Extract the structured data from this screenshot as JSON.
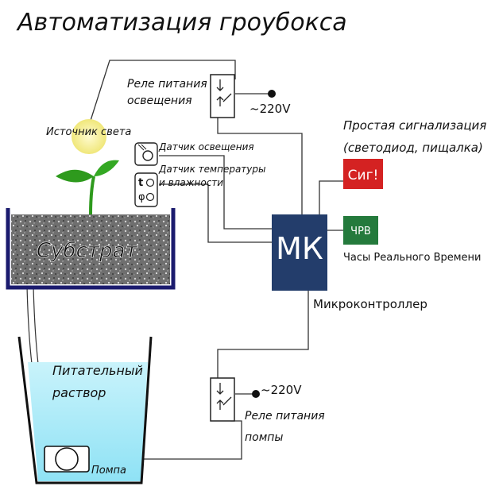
{
  "title": "Автоматизация гроубокса",
  "labels": {
    "light_relay_line1": "Реле питания",
    "light_relay_line2": "освещения",
    "light_relay_voltage": "~220V",
    "light_source": "Источник света",
    "light_sensor": "Датчик освещения",
    "temp_sensor_line1": "Датчик температуры",
    "temp_sensor_line2": "и влажности",
    "temp_symbol": "t",
    "humidity_symbol": "φ",
    "substrate": "Субстрат",
    "mcu": "МК",
    "mcu_caption": "Микроконтроллер",
    "alarm_line1": "Простая сигнализация",
    "alarm_line2": "(светодиод, пищалка)",
    "alarm_box": "Сиг!",
    "rtc_box": "ЧРВ",
    "rtc_caption": "Часы Реального Времени",
    "solution_line1": "Питательный",
    "solution_line2": "раствор",
    "pump": "Помпа",
    "pump_relay_voltage": "~220V",
    "pump_relay_line1": "Реле питания",
    "pump_relay_line2": "помпы"
  },
  "colors": {
    "mcu": "#233d6b",
    "alarm": "#d42222",
    "rtc": "#247a3c",
    "substrate_frame": "#1b1b6e",
    "sun": "#f3ee95",
    "solution": "#92e4f6",
    "leaf": "#2e9a1d"
  }
}
